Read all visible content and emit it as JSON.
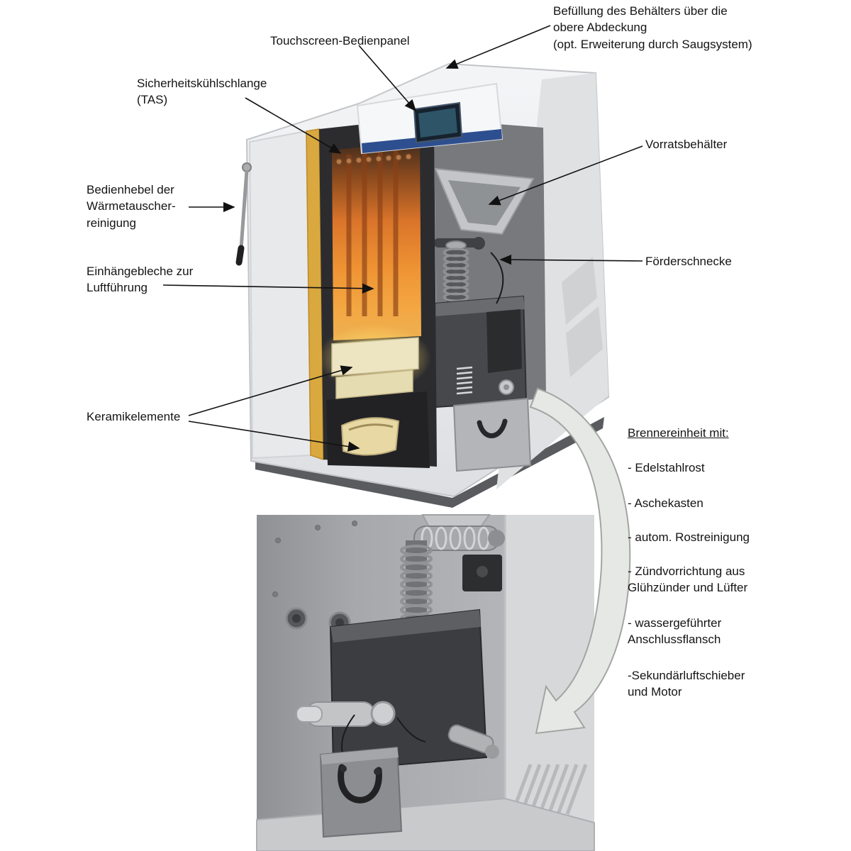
{
  "labels": {
    "befuellung": "Befüllung des Behälters über die\nobere Abdeckung\n(opt. Erweiterung durch Saugsystem)",
    "touchscreen": "Touchscreen-Bedienpanel",
    "kuehlschlange": "Sicherheitskühlschlange\n(TAS)",
    "vorratsbehaelter": "Vorratsbehälter",
    "bedienhebel": "Bedienhebel der\nWärmetauscher-\nreinigung",
    "foerderschnecke": "Förderschnecke",
    "einhaengebleche": "Einhängebleche zur\nLuftführung",
    "keramikelemente": "Keramikelemente",
    "brennereinheit": {
      "heading": "Brennereinheit mit:",
      "items": [
        "- Edelstahlrost",
        "- Aschekasten",
        "- autom. Rostreinigung",
        "- Zündvorrichtung aus\nGlühzünder und Lüfter",
        "- wassergeführter\nAnschlussflansch",
        "-Sekundärluftschieber\nund Motor"
      ]
    }
  },
  "colors": {
    "casing": "#ebecee",
    "flame_core": "#ef9434",
    "insulation": "#d9a93f",
    "ceramic": "#ede5c2",
    "screen_band": "#2e4f8f",
    "annotation_text": "#141414",
    "flow_arrow_fill": "#e6e8e5"
  },
  "icons": {
    "leader_arrow": "thin black annotation arrow",
    "flow_arrow": "large curved gray arrow linking burner unit to detail photo"
  }
}
